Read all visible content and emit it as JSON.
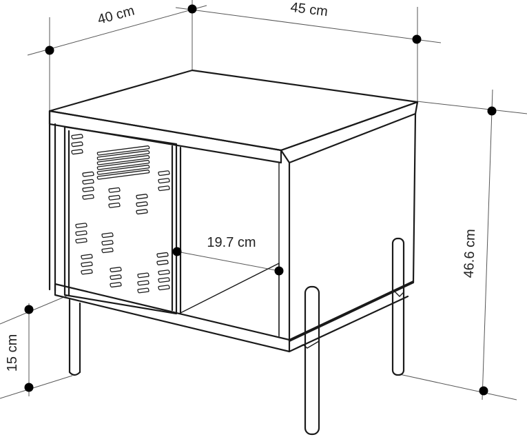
{
  "dimensions": {
    "depth": "40 cm",
    "width": "45 cm",
    "height": "46.6 cm",
    "leg_height": "15 cm",
    "door_width": "19.7 cm"
  },
  "colors": {
    "outline": "#1a1a1a",
    "dimension_line": "#555555",
    "dot": "#000000",
    "background": "#ffffff"
  }
}
